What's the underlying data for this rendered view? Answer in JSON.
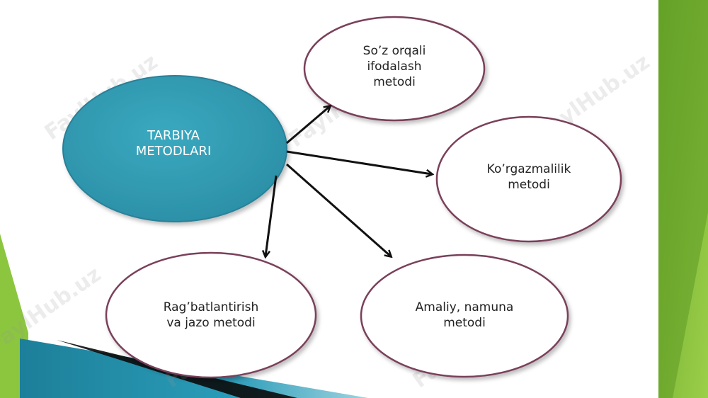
{
  "diagram": {
    "center": {
      "lines": [
        "TARBIYA",
        "METODLARI"
      ]
    },
    "nodes": [
      {
        "id": "soz",
        "lines": [
          "So’z orqali",
          "ifodalash",
          "metodi"
        ]
      },
      {
        "id": "korgazmalilik",
        "lines": [
          "Ko’rgazmalilik",
          "metodi"
        ]
      },
      {
        "id": "amaliy",
        "lines": [
          "Amaliy, namuna",
          "metodi"
        ]
      },
      {
        "id": "ragbat",
        "lines": [
          "Rag’batlantirish",
          "va jazo metodi"
        ]
      }
    ]
  },
  "watermark": {
    "text": "FaylHub.uz"
  },
  "colors": {
    "center_fill": "#2f9bb3",
    "node_stroke": "#7a3f5a",
    "arrow": "#111111",
    "accent_green": "#7cb82f"
  }
}
